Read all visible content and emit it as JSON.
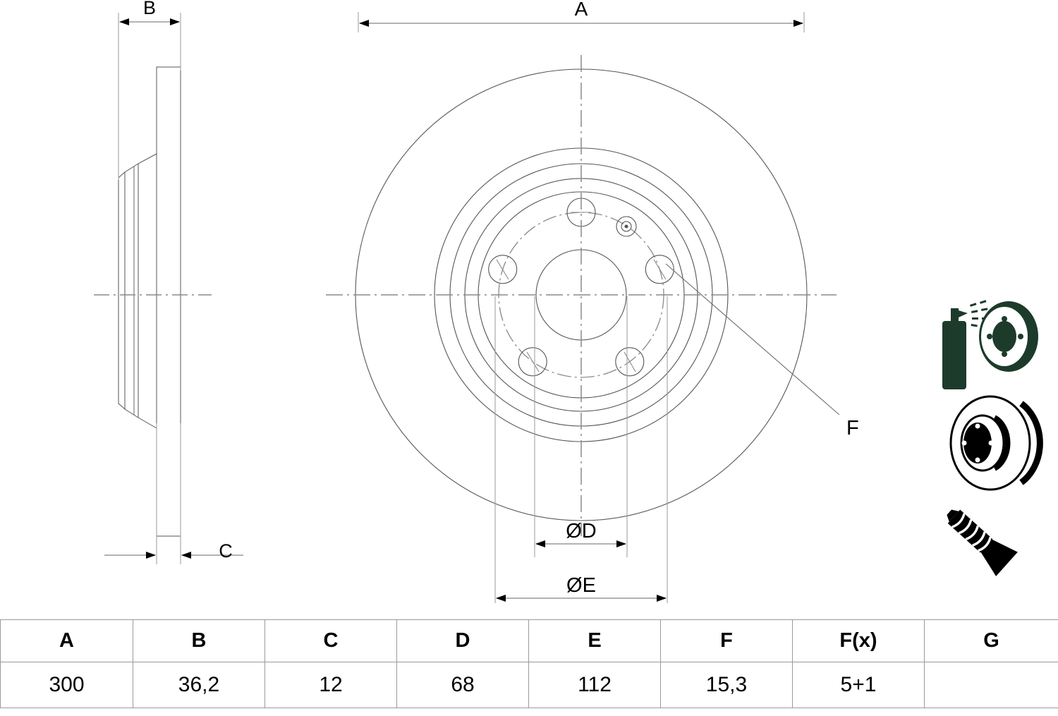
{
  "drawing": {
    "type": "brake-disc-technical-drawing",
    "title": "",
    "dimension_labels": {
      "A": "A",
      "B": "B",
      "C": "C",
      "D": "ØD",
      "E": "ØE",
      "F": "F"
    },
    "icons": [
      {
        "name": "spray-can-disc-cleaning-icon",
        "color": "#1d3b2a"
      },
      {
        "name": "brake-disc-icon",
        "color": "#000000"
      },
      {
        "name": "countersunk-screw-icon",
        "color": "#000000"
      }
    ],
    "line_color": "#555555",
    "centerline_color": "#8a8a8a",
    "arrow_color": "#000000"
  },
  "table": {
    "columns": [
      "A",
      "B",
      "C",
      "D",
      "E",
      "F",
      "F(x)",
      "G"
    ],
    "values": [
      "300",
      "36,2",
      "12",
      "68",
      "112",
      "15,3",
      "5+1",
      ""
    ]
  },
  "chart_data": {
    "type": "table",
    "title": "Brake disc dimensions",
    "categories": [
      "A",
      "B",
      "C",
      "D",
      "E",
      "F",
      "F(x)",
      "G"
    ],
    "values": [
      "300",
      "36,2",
      "12",
      "68",
      "112",
      "15,3",
      "5+1",
      ""
    ]
  }
}
